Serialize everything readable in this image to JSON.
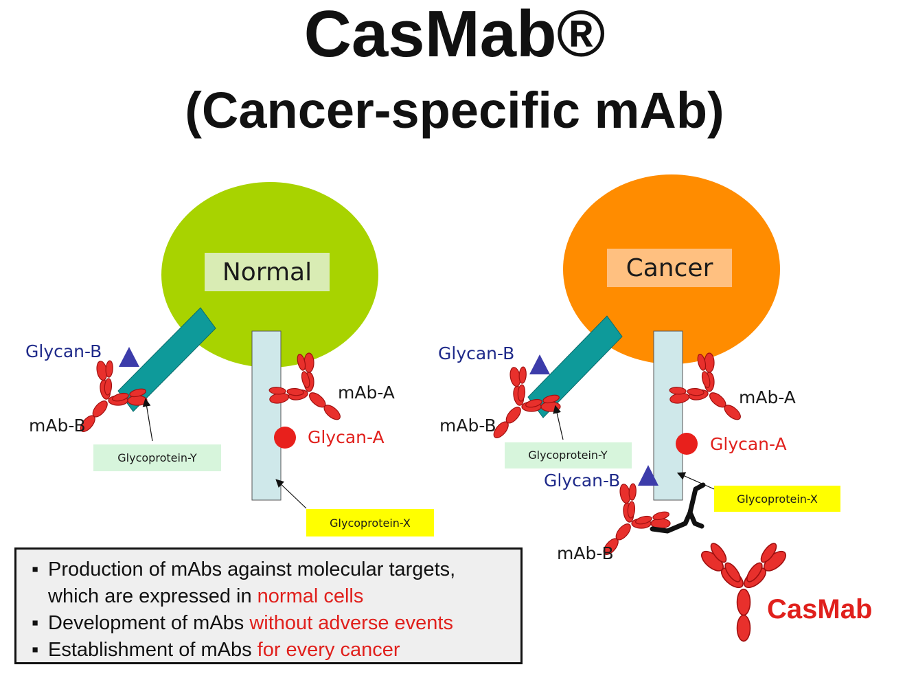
{
  "title": {
    "line1": "CasMab®",
    "line2": "(Cancer-specific mAb)"
  },
  "normal_panel": {
    "cell_label": "Normal",
    "glycan_b": "Glycan-B",
    "mab_b": "mAb-B",
    "mab_a": "mAb-A",
    "glycan_a": "Glycan-A",
    "glycoprotein_y": "Glycoprotein-Y",
    "glycoprotein_x": "Glycoprotein-X"
  },
  "cancer_panel": {
    "cell_label": "Cancer",
    "glycan_b_upper": "Glycan-B",
    "mab_b_upper": "mAb-B",
    "mab_a": "mAb-A",
    "glycan_a": "Glycan-A",
    "glycoprotein_y": "Glycoprotein-Y",
    "glycan_b_lower": "Glycan-B",
    "glycoprotein_x": "Glycoprotein-X",
    "mab_b_lower": "mAb-B",
    "casmab": "CasMab"
  },
  "summary": {
    "line1_a": "Production of mAbs against molecular targets,",
    "line2_a": "which are expressed in ",
    "line2_b": "normal cells",
    "line3_a": "Development of mAbs ",
    "line3_b": "without adverse events",
    "line4_a": "Establishment of mAbs ",
    "line4_b": "for every cancer"
  },
  "colors": {
    "normal_cell": "#a8d300",
    "cancer_cell": "#ff8c00",
    "glycoprotein_y": "#0e9a9a",
    "glycoprotein_x": "#cfe8ea",
    "antibody": "#e8302c",
    "glycan_a": "#e8201c",
    "glycan_b": "#3c3caa",
    "highlight_red": "#e0201c"
  }
}
